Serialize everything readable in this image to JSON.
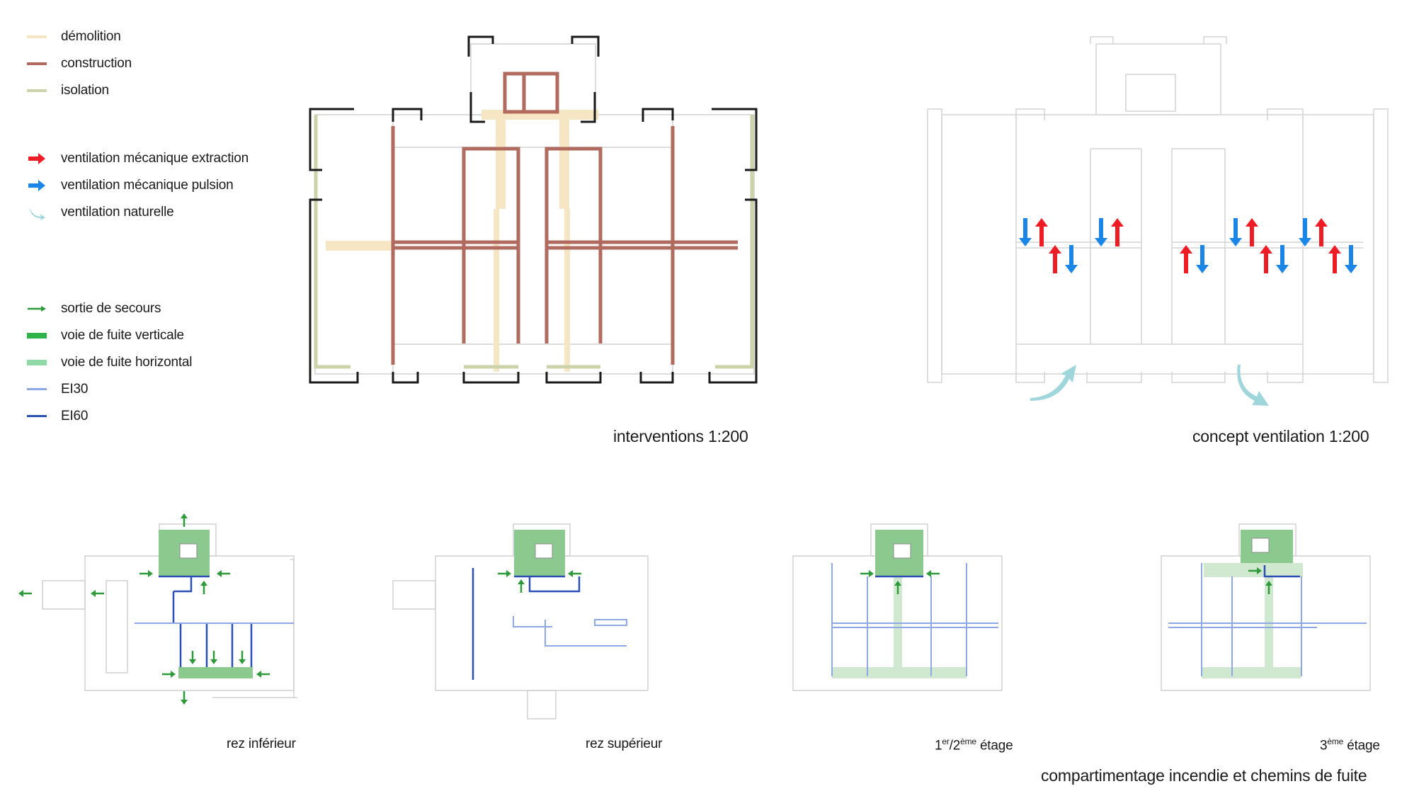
{
  "legend": [
    {
      "label": "démolition",
      "kind": "line",
      "color": "#f7e6c4"
    },
    {
      "label": "construction",
      "kind": "line",
      "color": "#b06a5e"
    },
    {
      "label": "isolation",
      "kind": "line",
      "color": "#ccd3a8"
    },
    {
      "label": "ventilation mécanique extraction",
      "kind": "arrow",
      "color": "#ee1c24"
    },
    {
      "label": "ventilation mécanique pulsion",
      "kind": "arrow",
      "color": "#1b86e6"
    },
    {
      "label": "ventilation naturelle",
      "kind": "curve",
      "color": "#9fd6dc"
    },
    {
      "label": "sortie de secours",
      "kind": "small-arrow",
      "color": "#2e9a3a"
    },
    {
      "label": "voie de fuite verticale",
      "kind": "thick",
      "color": "#2fb34a"
    },
    {
      "label": "voie de fuite horizontal",
      "kind": "thick",
      "color": "#8fd8a6"
    },
    {
      "label": "EI30",
      "kind": "line",
      "color": "#8ea8e6"
    },
    {
      "label": "EI60",
      "kind": "line",
      "color": "#2b4fb4"
    }
  ],
  "captions": {
    "interventions": "interventions  1:200",
    "ventilation": "concept ventilation  1:200",
    "fire": "compartimentage incendie et chemins de fuite"
  },
  "floors": {
    "rez_inferieur": "rez inférieur",
    "rez_superieur": "rez supérieur",
    "etage_12": {
      "a": "1",
      "a_sup": "er",
      "b": "/2",
      "b_sup": "ème",
      "c": " étage"
    },
    "etage_3": {
      "a": "3",
      "a_sup": "ème",
      "c": " étage"
    }
  },
  "colors": {
    "outline": "#c8c8c8",
    "wall": "#1a1a1a",
    "demolition": "#f7e6c4",
    "construction": "#b06a5e",
    "isolation": "#ccd3a8",
    "extraction": "#ee1c24",
    "pulsion": "#1b86e6",
    "natural": "#9fd6dc",
    "exit": "#2e9a3a",
    "vertical": "#8cc98e",
    "horizontal": "#cfe8cf",
    "ei30": "#8ea8e6",
    "ei60": "#2b4fb4"
  }
}
